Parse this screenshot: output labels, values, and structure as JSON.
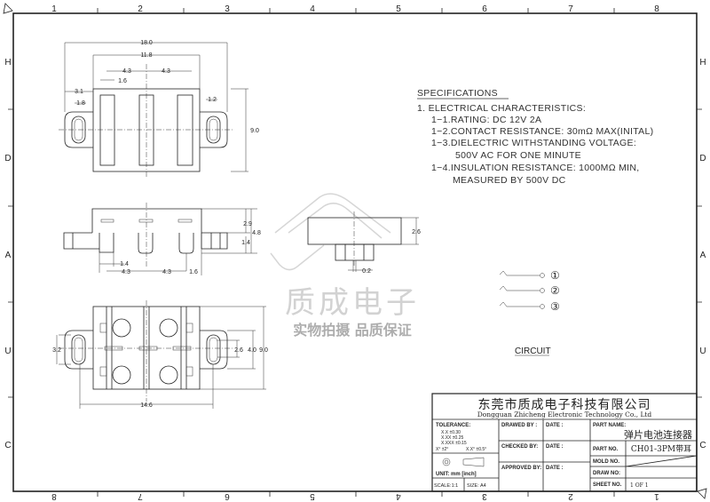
{
  "frame": {
    "top_columns": [
      "1",
      "2",
      "3",
      "4",
      "5",
      "6",
      "7",
      "8"
    ],
    "bottom_columns": [
      "8",
      "7",
      "6",
      "5",
      "4",
      "3",
      "2",
      "1"
    ],
    "rows": [
      "H",
      "D",
      "A",
      "U",
      "C"
    ]
  },
  "top_view": {
    "dims": [
      "18.0",
      "11.8",
      "4.3",
      "4.3",
      "1.6",
      "3.1",
      "1.8",
      "1.2",
      "9.0"
    ]
  },
  "side_view": {
    "dims": [
      "2.9",
      "4.8",
      "1.4",
      "1.4",
      "4.3",
      "4.3",
      "1.6"
    ]
  },
  "bottom_view": {
    "dims": [
      "3.2",
      "2.6",
      "4.0",
      "9.0",
      "14.6"
    ]
  },
  "end_view": {
    "dims": [
      "2.6",
      "0.2"
    ]
  },
  "watermark": {
    "brand": "质成电子",
    "slogan": "实物拍摄 品质保证"
  },
  "specifications": {
    "title": "SPECIFICATIONS",
    "lines": [
      "1. ELECTRICAL CHARACTERISTICS:",
      "1−1.RATING: DC 12V 2A",
      "1−2.CONTACT RESISTANCE: 30mΩ MAX(INITAL)",
      "1−3.DIELECTRIC WITHSTANDING VOLTAGE:",
      "500V AC FOR ONE MINUTE",
      "1−4.INSULATION RESISTANCE: 1000MΩ MIN,",
      "MEASURED BY 500V DC"
    ]
  },
  "circuit": {
    "label": "CIRCUIT",
    "pins": [
      "①",
      "②",
      "③"
    ]
  },
  "title_block": {
    "company_cn": "东莞市质成电子科技有限公司",
    "company_en": "Dongguan Zhicheng Electronic Technology Co., Ltd",
    "tolerance_label": "TOLERANCE:",
    "tolerances": [
      "X.X   ±0.30",
      "X.XX  ±0.25",
      "X.XXX ±0.15"
    ],
    "angle_tol": [
      "X° ±2°",
      "X.X° ±0.5°"
    ],
    "unit": "UNIT: mm [inch]",
    "scale": "SCALE:1:1",
    "size": "SIZE: A4",
    "drawed_by": "DRAWED BY :",
    "checked_by": "CHECKED BY:",
    "approved_by": "APPROVED BY:",
    "date": "DATE :",
    "part_name_label": "PART NAME:",
    "part_name": "弹片电池连接器",
    "part_no_label": "PART NO.",
    "part_no": "CH01-3PM带耳",
    "mold_no_label": "MOLD NO.",
    "draw_no_label": "DRAW NO:",
    "sheet_no_label": "SHEET NO.",
    "sheet_no": "1 OF 1"
  }
}
